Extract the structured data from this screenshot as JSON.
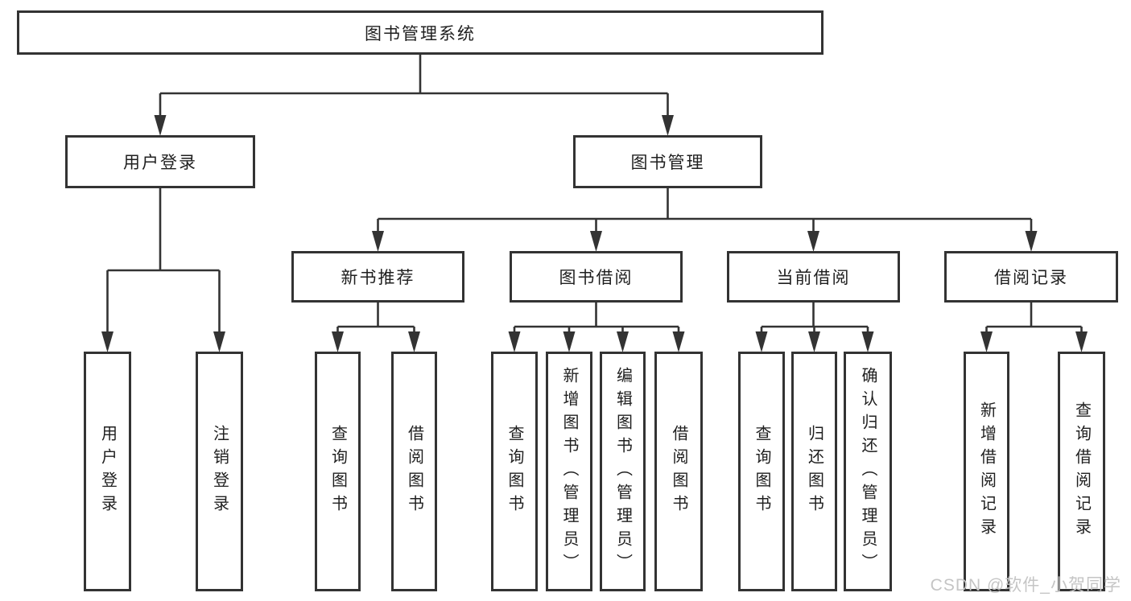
{
  "diagram": {
    "root": {
      "id": "root",
      "label": "图书管理系统",
      "children": [
        {
          "id": "user-login",
          "label": "用户登录",
          "children": [
            {
              "id": "leaf-user-login",
              "label": "用户登录"
            },
            {
              "id": "leaf-logout",
              "label": "注销登录"
            }
          ]
        },
        {
          "id": "book-mgmt",
          "label": "图书管理",
          "children": [
            {
              "id": "new-book-rec",
              "label": "新书推荐",
              "children": [
                {
                  "id": "leaf-nbr-query",
                  "label": "查询图书"
                },
                {
                  "id": "leaf-nbr-borrow",
                  "label": "借阅图书"
                }
              ]
            },
            {
              "id": "book-borrow",
              "label": "图书借阅",
              "children": [
                {
                  "id": "leaf-bb-query",
                  "label": "查询图书"
                },
                {
                  "id": "leaf-bb-add",
                  "label": "新增图书（管理员）"
                },
                {
                  "id": "leaf-bb-edit",
                  "label": "编辑图书（管理员）"
                },
                {
                  "id": "leaf-bb-borrow",
                  "label": "借阅图书"
                }
              ]
            },
            {
              "id": "current-borrow",
              "label": "当前借阅",
              "children": [
                {
                  "id": "leaf-cb-query",
                  "label": "查询图书"
                },
                {
                  "id": "leaf-cb-return",
                  "label": "归还图书"
                },
                {
                  "id": "leaf-cb-confirm",
                  "label": "确认归还（管理员）"
                }
              ]
            },
            {
              "id": "borrow-records",
              "label": "借阅记录",
              "children": [
                {
                  "id": "leaf-br-add",
                  "label": "新增借阅记录"
                },
                {
                  "id": "leaf-br-query",
                  "label": "查询借阅记录"
                }
              ]
            }
          ]
        }
      ]
    },
    "watermark": "CSDN @软件_小贺同学",
    "colors": {
      "line": "#333333",
      "text": "#1f1f1f",
      "watermark": "#c5c5c5",
      "background": "#ffffff"
    }
  }
}
